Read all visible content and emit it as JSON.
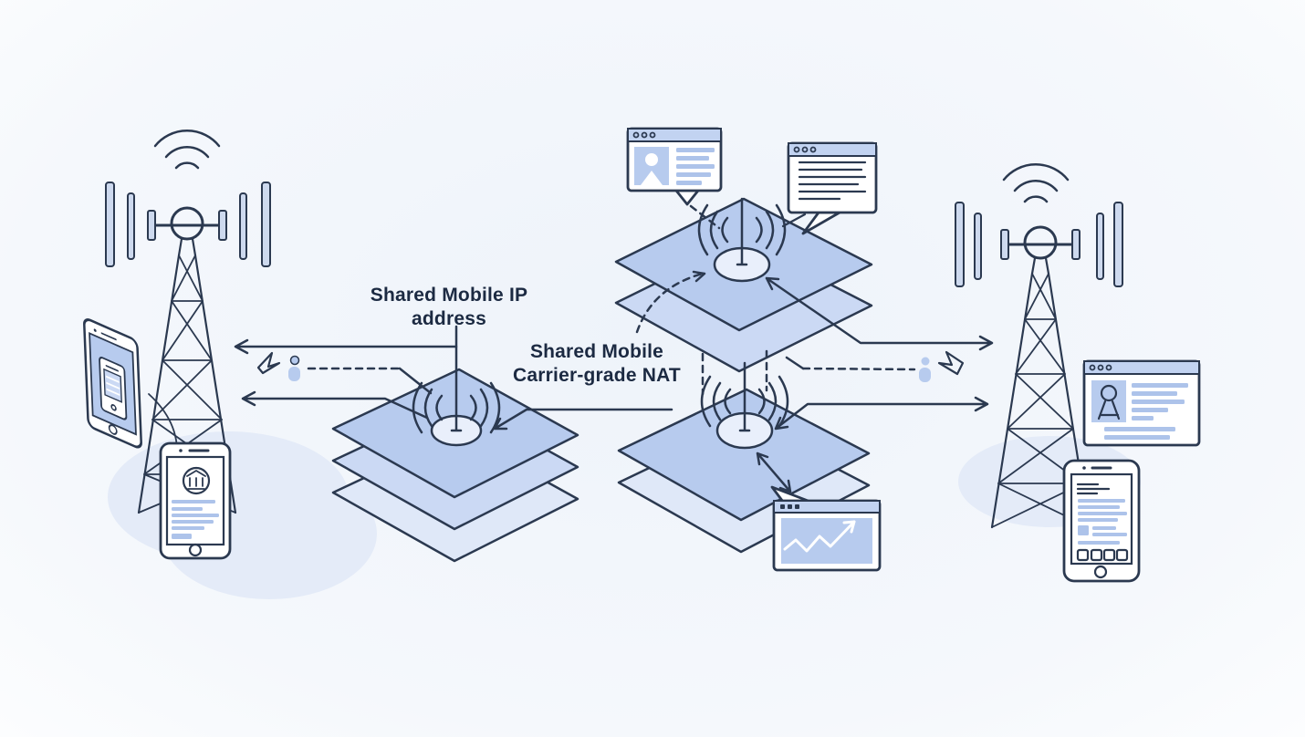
{
  "diagram": {
    "labels": {
      "shared_ip": {
        "line1": "Shared Mobile IP",
        "line2": "address"
      },
      "cgnat": {
        "line1": "Shared Mobile",
        "line2": "Carrier-grade NAT"
      }
    }
  },
  "colors": {
    "bg": "#eef3fa",
    "line": "#2b3950",
    "layer-fill": "#b7cbee",
    "layer-mid": "#cbd9f4",
    "layer-light": "#dfe8f8",
    "titlebar": "#c2d3f1",
    "textline": "#adc3ea",
    "panel": "#ffffff",
    "shadow": "#e4ebf8",
    "label-text": "#1c2a42",
    "antenna": "#cdd9ee",
    "ellipse-fill": "#e9effb",
    "chart-line": "#ffffff"
  },
  "icons": {
    "cell-tower": "lattice radio mast with antenna panels and wifi waves",
    "wifi-waves": "three concentric arcs",
    "network-layer-stack": "isometric stacked planes with antenna ellipse",
    "browser-window": "window with three traffic dots",
    "profile-card": "avatar placeholder with text lines",
    "line-chart": "zigzag trend line with upward arrow",
    "person": "small human figure",
    "paper-bird": "angular origami bird",
    "bank-badge": "circled classical building glyph",
    "tablet": "rounded tablet with home button",
    "phone": "rounded phone with home button"
  }
}
